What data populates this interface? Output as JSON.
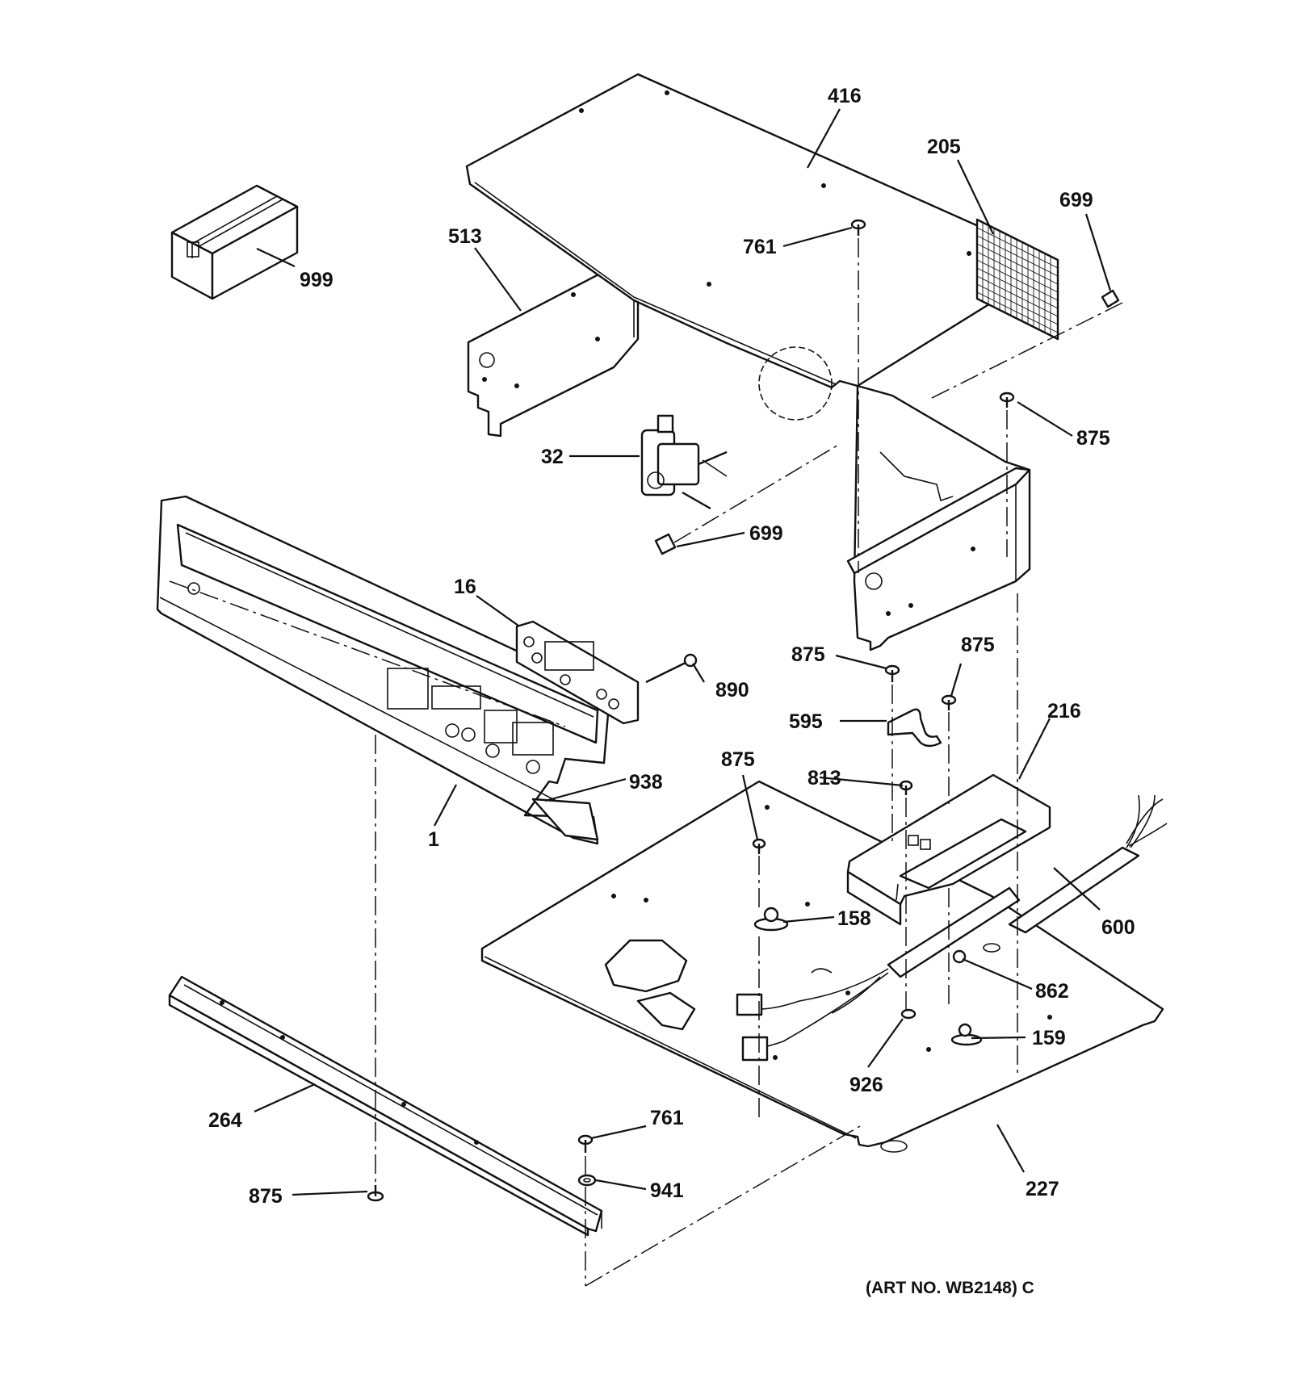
{
  "callouts": {
    "c416": "416",
    "c205": "205",
    "c699_top": "699",
    "c513": "513",
    "c761_top": "761",
    "c999": "999",
    "c875_right": "875",
    "c32": "32",
    "c699_mid": "699",
    "c16": "16",
    "c890": "890",
    "c875_a": "875",
    "c875_b": "875",
    "c595": "595",
    "c216": "216",
    "c875_c": "875",
    "c813": "813",
    "c938": "938",
    "c1": "1",
    "c158": "158",
    "c600": "600",
    "c862": "862",
    "c159": "159",
    "c926": "926",
    "c264": "264",
    "c761_bottom": "761",
    "c941": "941",
    "c875_bottom": "875",
    "c227": "227"
  },
  "art_number": "(ART NO. WB2148) C"
}
